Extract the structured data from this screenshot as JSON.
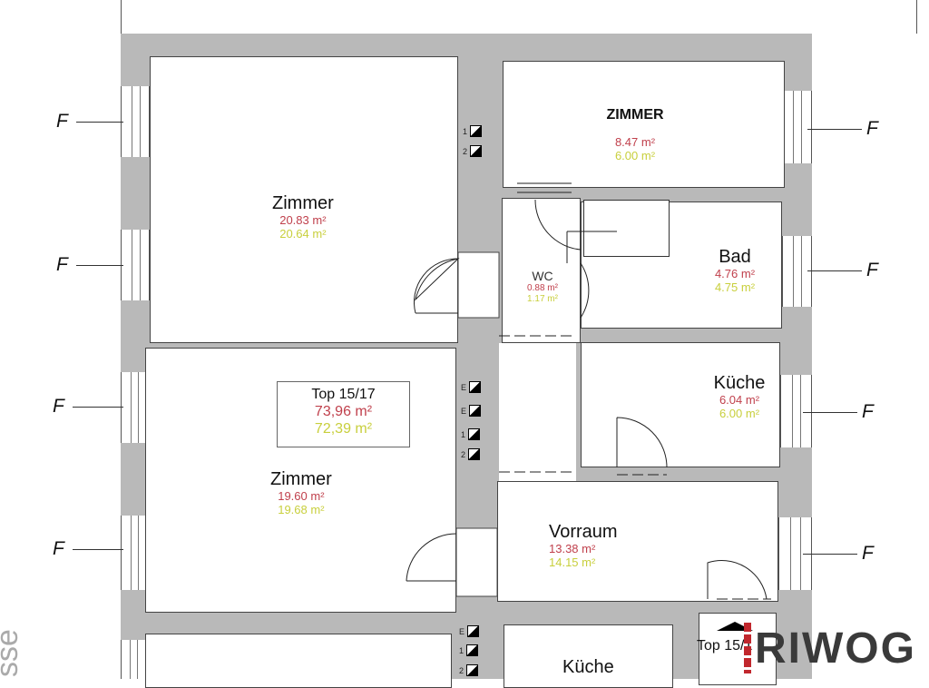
{
  "rooms": {
    "zimmer1": {
      "name": "Zimmer",
      "area1": "20.83 m²",
      "area2": "20.64 m²"
    },
    "zimmer2": {
      "name": "Zimmer",
      "area1": "19.60 m²",
      "area2": "19.68 m²"
    },
    "zimmer3": {
      "name": "ZIMMER",
      "area1": "8.47 m²",
      "area2": "6.00 m²"
    },
    "wc": {
      "name": "WC",
      "area1": "0.88 m²",
      "area2": "1.17 m²"
    },
    "bad": {
      "name": "Bad",
      "area1": "4.76 m²",
      "area2": "4.75 m²"
    },
    "kueche": {
      "name": "Küche",
      "area1": "6.04 m²",
      "area2": "6.00 m²"
    },
    "vorraum": {
      "name": "Vorraum",
      "area1": "13.38 m²",
      "area2": "14.15 m²"
    },
    "kueche2": {
      "name": "Küche"
    }
  },
  "summary": {
    "title": "Top 15/17",
    "area1": "73,96 m²",
    "area2": "72,39 m²"
  },
  "next_unit": "Top 15/1",
  "window_label": "F",
  "switches": {
    "a": [
      "1",
      "2"
    ],
    "b": [
      "E",
      "E",
      "1",
      "2"
    ],
    "c": [
      "E",
      "1",
      "2"
    ]
  },
  "street_text": "sse",
  "logo": "RIWOG",
  "colors": {
    "area1": "#c0404c",
    "area2": "#c8cf3c",
    "wall": "#b9b9b9"
  }
}
